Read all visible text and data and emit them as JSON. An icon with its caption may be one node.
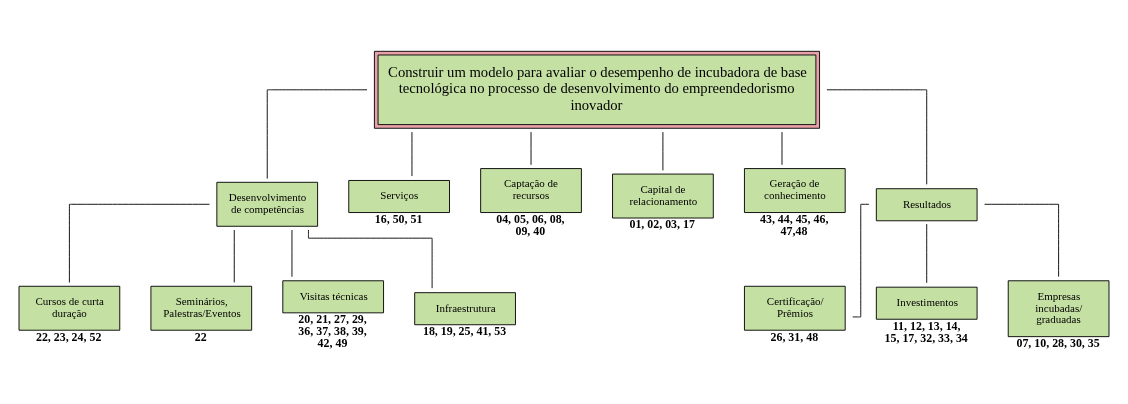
{
  "diagram": {
    "nodes": [
      {
        "text": [
          "Construir um modelo para avaliar o desempenho de incubadora de base tecnológica no processo de desenvolvimento do empreendedorismo inovador"
        ]
      },
      {
        "text": [
          "Desenvolvimento de competências"
        ]
      },
      {
        "text": [
          "Serviços"
        ],
        "beside": [
          "16, 50, 51"
        ]
      },
      {
        "text": [
          "Captação de recursos"
        ],
        "beside": [
          "04, 05, 06, 08, 09, 40"
        ]
      },
      {
        "text": [
          "Capital de relacionamento"
        ],
        "beside": [
          "01, 02, 03, 17"
        ]
      },
      {
        "text": [
          "Geração de conhecimento"
        ],
        "beside": [
          "43, 44, 45, 46, 47,48"
        ]
      },
      {
        "text": [
          "Resultados"
        ]
      },
      {
        "text": [
          "Cursos de curta duração"
        ],
        "beside": [
          "22, 23, 24, 52"
        ]
      },
      {
        "text": [
          "Seminários, Palestras/Eventos"
        ],
        "beside": [
          "22"
        ]
      },
      {
        "text": [
          "Visitas técnicas"
        ],
        "beside": [
          "20, 21, 27, 29, 36, 37, 38, 39, 42, 49"
        ]
      },
      {
        "text": [
          "Infraestrutura"
        ],
        "beside": [
          "18, 19, 25, 41, 53"
        ]
      },
      {
        "text": [
          "Certificação/ Prêmios"
        ],
        "beside": [
          "26, 31, 48"
        ]
      },
      {
        "text": [
          "Investimentos"
        ],
        "beside": [
          "11, 12, 13, 14, 15, 17, 32, 33, 34"
        ]
      },
      {
        "text": [
          "Empresas incubadas/ graduadas"
        ],
        "beside": [
          "07, 10, 28, 30, 35"
        ]
      }
    ],
    "edges": [
      {
        "from": 0,
        "to": 1,
        "arrow": "none"
      },
      {
        "from": 0,
        "to": 2,
        "arrow": "none"
      },
      {
        "from": 0,
        "to": 3,
        "arrow": "none"
      },
      {
        "from": 0,
        "to": 4,
        "arrow": "none"
      },
      {
        "from": 0,
        "to": 5,
        "arrow": "none"
      },
      {
        "from": 0,
        "to": 6,
        "arrow": "none"
      },
      {
        "from": 1,
        "to": 7,
        "arrow": "none"
      },
      {
        "from": 1,
        "to": 8,
        "arrow": "none"
      },
      {
        "from": 1,
        "to": 9,
        "arrow": "none"
      },
      {
        "from": 1,
        "to": 10,
        "arrow": "none"
      },
      {
        "from": 6,
        "to": 11,
        "arrow": "none"
      },
      {
        "from": 6,
        "to": 12,
        "arrow": "none"
      },
      {
        "from": 6,
        "to": 13,
        "arrow": "none"
      }
    ]
  }
}
